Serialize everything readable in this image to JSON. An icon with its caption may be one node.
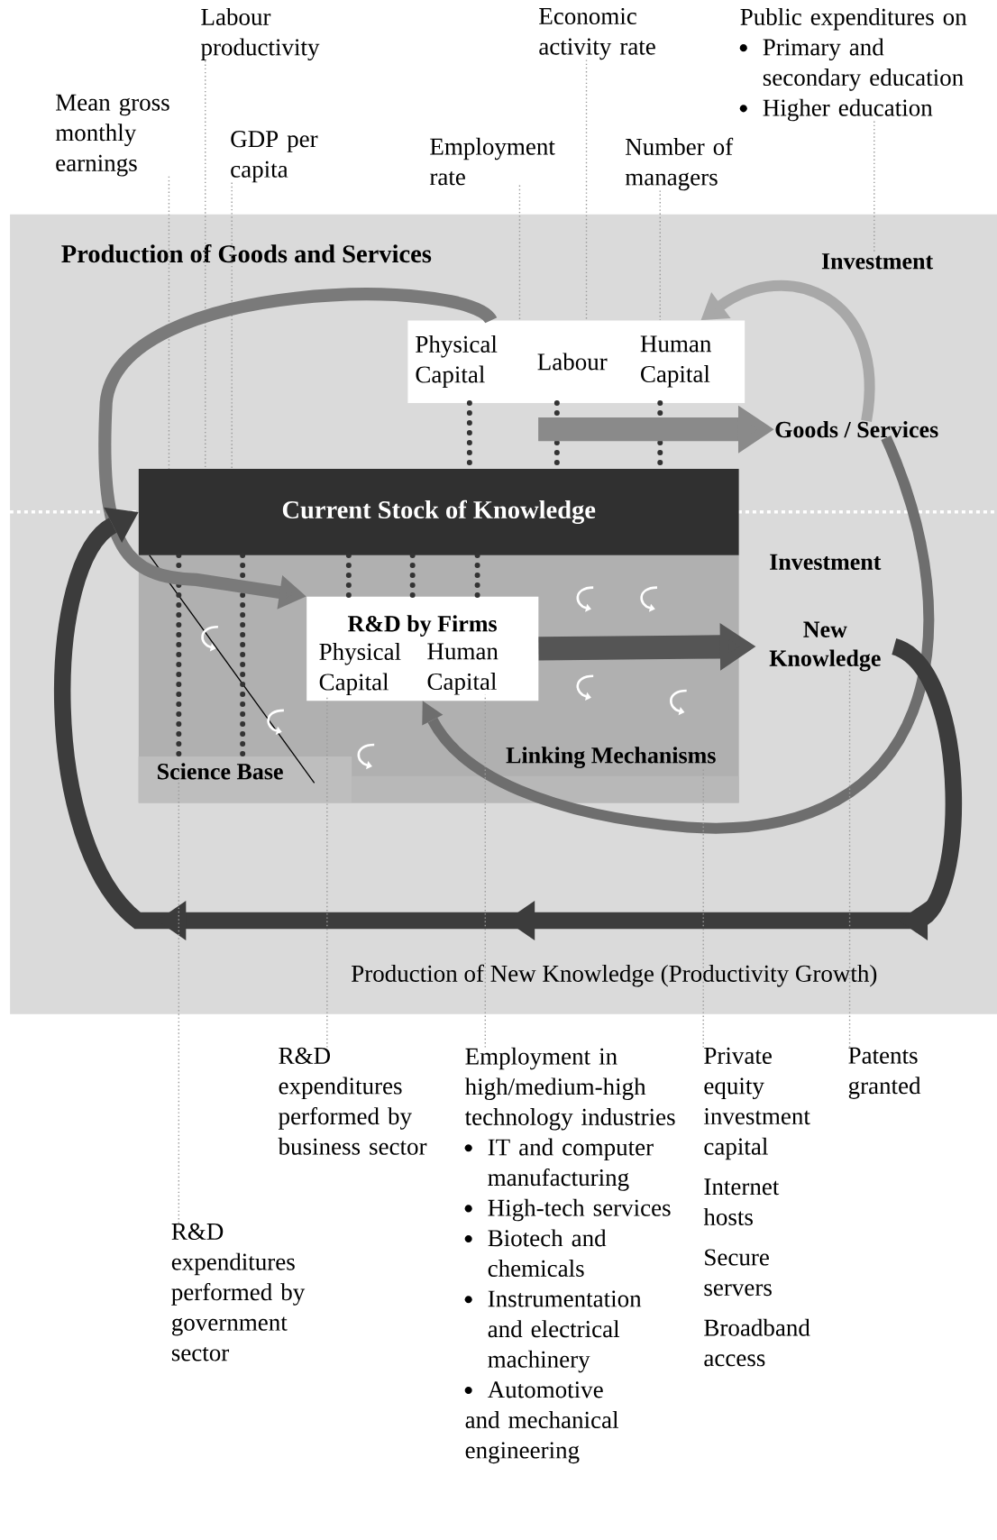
{
  "diagram": {
    "nodes": [
      {
        "text": [
          "Labour productivity"
        ]
      },
      {
        "text": [
          "Mean gross monthly earnings"
        ]
      },
      {
        "text": [
          "GDP per capita"
        ]
      },
      {
        "text": [
          "Employment rate"
        ]
      },
      {
        "text": [
          "Economic activity rate"
        ]
      },
      {
        "text": [
          "Number of managers"
        ]
      },
      {
        "text": [
          "Public expenditures on",
          "Primary and secondary education",
          "Higher education"
        ]
      },
      {
        "text": [
          "Production of Goods and Services"
        ]
      },
      {
        "text": [
          "Investment"
        ],
        "in": 7
      },
      {
        "text": [],
        "shape": "box",
        "in": 7
      },
      {
        "text": [
          "Physical Capital"
        ],
        "in": 9
      },
      {
        "text": [
          "Labour"
        ],
        "in": 9
      },
      {
        "text": [
          "Human Capital"
        ],
        "in": 9
      },
      {
        "text": [
          "Goods / Services"
        ],
        "in": 7
      },
      {
        "text": [
          "Current Stock of Knowledge"
        ]
      },
      {
        "text": [
          "Production of New Knowledge (Productivity Growth)"
        ]
      },
      {
        "text": [],
        "shape": "box",
        "in": 15
      },
      {
        "text": [
          "R&D by Firms"
        ],
        "in": 16
      },
      {
        "text": [
          "Physical Capital"
        ],
        "in": 17
      },
      {
        "text": [
          "Human Capital"
        ],
        "in": 17
      },
      {
        "text": [
          "Science Base"
        ],
        "in": 16
      },
      {
        "text": [
          "Linking Mechanisms"
        ],
        "in": 16
      },
      {
        "text": [
          "Investment"
        ],
        "in": 15
      },
      {
        "text": [
          "New Knowledge"
        ],
        "in": 15
      },
      {
        "text": [
          "R&D expenditures performed by business sector"
        ]
      },
      {
        "text": [
          "Employment in high/medium-high technology industries",
          "IT and computer manufacturing",
          "High-tech services",
          "Biotech and chemicals",
          "Instrumentation and electrical machinery",
          "Automotive and mechanical engineering"
        ]
      },
      {
        "text": [
          "Private equity investment capital",
          "Internet hosts",
          "Secure servers",
          "Broadband access"
        ]
      },
      {
        "text": [
          "Patents granted"
        ]
      },
      {
        "text": [
          "R&D expenditures performed by government sector"
        ]
      }
    ],
    "edges": [
      {
        "from": 1,
        "to": 14,
        "arrow": "none",
        "style": "dashed"
      },
      {
        "from": 0,
        "to": 14,
        "arrow": "none",
        "style": "dashed"
      },
      {
        "from": 2,
        "to": 14,
        "arrow": "none",
        "style": "dashed"
      },
      {
        "from": 3,
        "to": 9,
        "arrow": "none",
        "style": "dashed"
      },
      {
        "from": 4,
        "to": 11,
        "arrow": "none",
        "style": "dashed"
      },
      {
        "from": 5,
        "to": 12,
        "arrow": "none",
        "style": "dashed"
      },
      {
        "from": 6,
        "to": 8,
        "arrow": "none",
        "style": "dashed"
      },
      {
        "from": 10,
        "to": 14,
        "arrow": "none",
        "style": "dashed",
        "color": "#333333"
      },
      {
        "from": 11,
        "to": 14,
        "arrow": "none",
        "style": "dashed",
        "color": "#333333"
      },
      {
        "from": 12,
        "to": 14,
        "arrow": "none",
        "style": "dashed",
        "color": "#333333"
      },
      {
        "from": 14,
        "to": 17,
        "arrow": "none",
        "style": "dashed",
        "color": "#333333"
      },
      {
        "from": 14,
        "to": 17,
        "arrow": "none",
        "style": "dashed",
        "color": "#333333"
      },
      {
        "from": 14,
        "to": 17,
        "arrow": "none",
        "style": "dashed",
        "color": "#333333"
      },
      {
        "from": 14,
        "to": 20,
        "arrow": "none",
        "style": "dashed",
        "color": "#333333"
      },
      {
        "from": 14,
        "to": 20,
        "arrow": "none",
        "style": "dashed",
        "color": "#333333"
      },
      {
        "from": 9,
        "to": 17,
        "arrow": "to",
        "style": "thick",
        "color": "#7a7a7a"
      },
      {
        "from": 13,
        "to": 9,
        "arrow": "to",
        "style": "thick",
        "color": "#a8a8a8"
      },
      {
        "from": null,
        "to": 13,
        "arrow": "to",
        "style": "thick",
        "color": "#8a8a8a"
      },
      {
        "from": 17,
        "to": 23,
        "arrow": "to",
        "style": "thick",
        "color": "#555555"
      },
      {
        "from": 13,
        "to": 17,
        "arrow": "to",
        "style": "thick",
        "color": "#6e6e6e"
      },
      {
        "from": 23,
        "to": 14,
        "arrow": "to",
        "style": "thick",
        "color": "#3c3c3c"
      },
      {
        "from": 24,
        "to": 18,
        "arrow": "none",
        "style": "dashed"
      },
      {
        "from": 25,
        "to": 19,
        "arrow": "none",
        "style": "dashed"
      },
      {
        "from": 26,
        "to": 21,
        "arrow": "none",
        "style": "dashed"
      },
      {
        "from": 27,
        "to": 23,
        "arrow": "none",
        "style": "dashed"
      },
      {
        "from": 28,
        "to": 20,
        "arrow": "none",
        "style": "dashed"
      }
    ]
  }
}
